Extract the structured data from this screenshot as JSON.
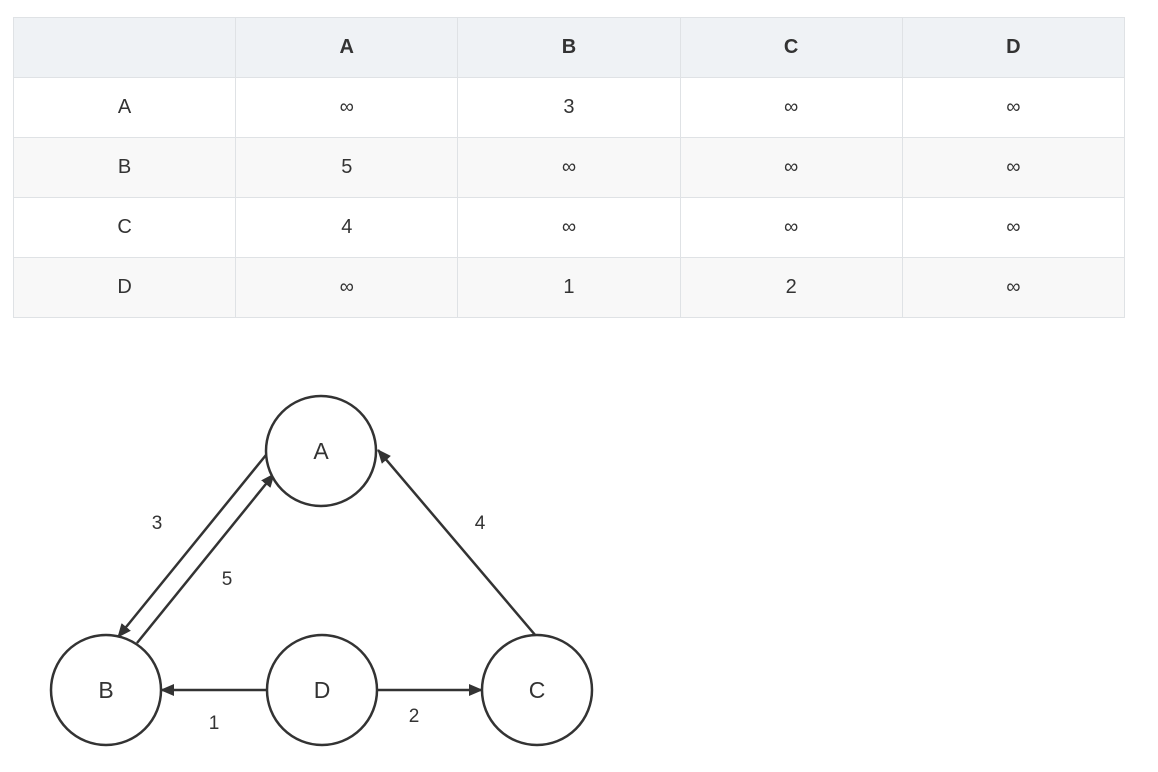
{
  "table": {
    "corner": "",
    "columns": [
      "A",
      "B",
      "C",
      "D"
    ],
    "rows": [
      {
        "label": "A",
        "cells": [
          "∞",
          "3",
          "∞",
          "∞"
        ]
      },
      {
        "label": "B",
        "cells": [
          "5",
          "∞",
          "∞",
          "∞"
        ]
      },
      {
        "label": "C",
        "cells": [
          "4",
          "∞",
          "∞",
          "∞"
        ]
      },
      {
        "label": "D",
        "cells": [
          "∞",
          "1",
          "2",
          "∞"
        ]
      }
    ]
  },
  "graph": {
    "nodes": [
      {
        "id": "A",
        "label": "A"
      },
      {
        "id": "B",
        "label": "B"
      },
      {
        "id": "D",
        "label": "D"
      },
      {
        "id": "C",
        "label": "C"
      }
    ],
    "edges": [
      {
        "id": "a-b",
        "from": "A",
        "to": "B",
        "weight": "3"
      },
      {
        "id": "b-a",
        "from": "B",
        "to": "A",
        "weight": "5"
      },
      {
        "id": "c-a",
        "from": "C",
        "to": "A",
        "weight": "4"
      },
      {
        "id": "d-b",
        "from": "D",
        "to": "B",
        "weight": "1"
      },
      {
        "id": "d-c",
        "from": "D",
        "to": "C",
        "weight": "2"
      }
    ],
    "stroke_color": "#333333"
  }
}
